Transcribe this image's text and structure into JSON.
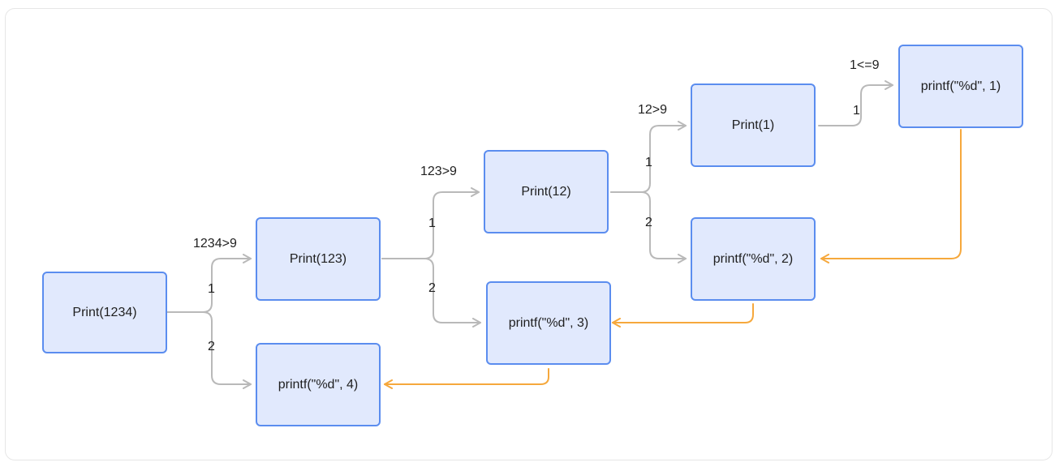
{
  "colors": {
    "node_fill": "#e1e9fd",
    "node_border": "#5b8def",
    "call_edge": "#b9b9b9",
    "return_edge": "#f6a83c"
  },
  "nodes": {
    "print_1234": "Print(1234)",
    "print_123": "Print(123)",
    "print_12": "Print(12)",
    "print_1": "Print(1)",
    "printf_1": "printf(\"%d\", 1)",
    "printf_2": "printf(\"%d\", 2)",
    "printf_3": "printf(\"%d\", 3)",
    "printf_4": "printf(\"%d\", 4)"
  },
  "edge_labels": {
    "cond_1234": "1234>9",
    "cond_123": "123>9",
    "cond_12": "12>9",
    "cond_1": "1<=9",
    "step1_from_1234": "1",
    "step2_from_1234": "2",
    "step1_from_123": "1",
    "step2_from_123": "2",
    "step1_from_12": "1",
    "step2_from_12": "2",
    "step1_from_1": "1"
  }
}
